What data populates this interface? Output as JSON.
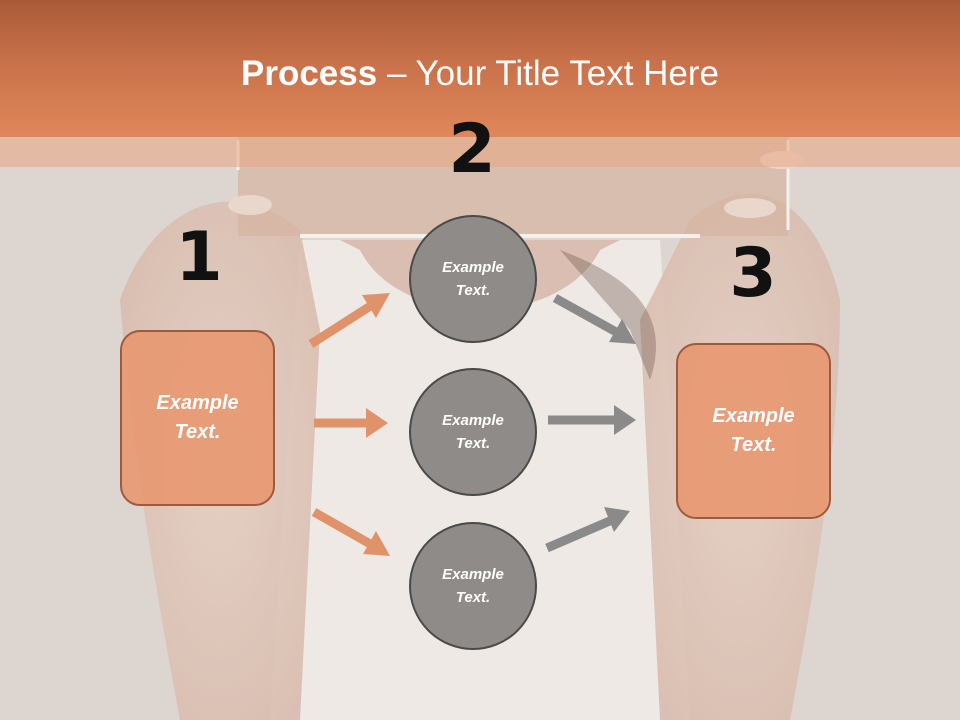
{
  "title": {
    "bold": "Process",
    "rest": " – Your Title Text Here"
  },
  "steps": [
    {
      "number": "1",
      "label": "Example\nText."
    },
    {
      "number": "2",
      "labels": [
        "Example\nText.",
        "Example\nText.",
        "Example\nText."
      ]
    },
    {
      "number": "3",
      "label": "Example\nText."
    }
  ],
  "colors": {
    "header": "#d97c51",
    "box_fill": "#e8966e",
    "box_border": "#9e5a3c",
    "circle_fill": "#8e8b89",
    "orange_arrow": "#e0936a",
    "gray_arrow": "#8a8a8a"
  }
}
